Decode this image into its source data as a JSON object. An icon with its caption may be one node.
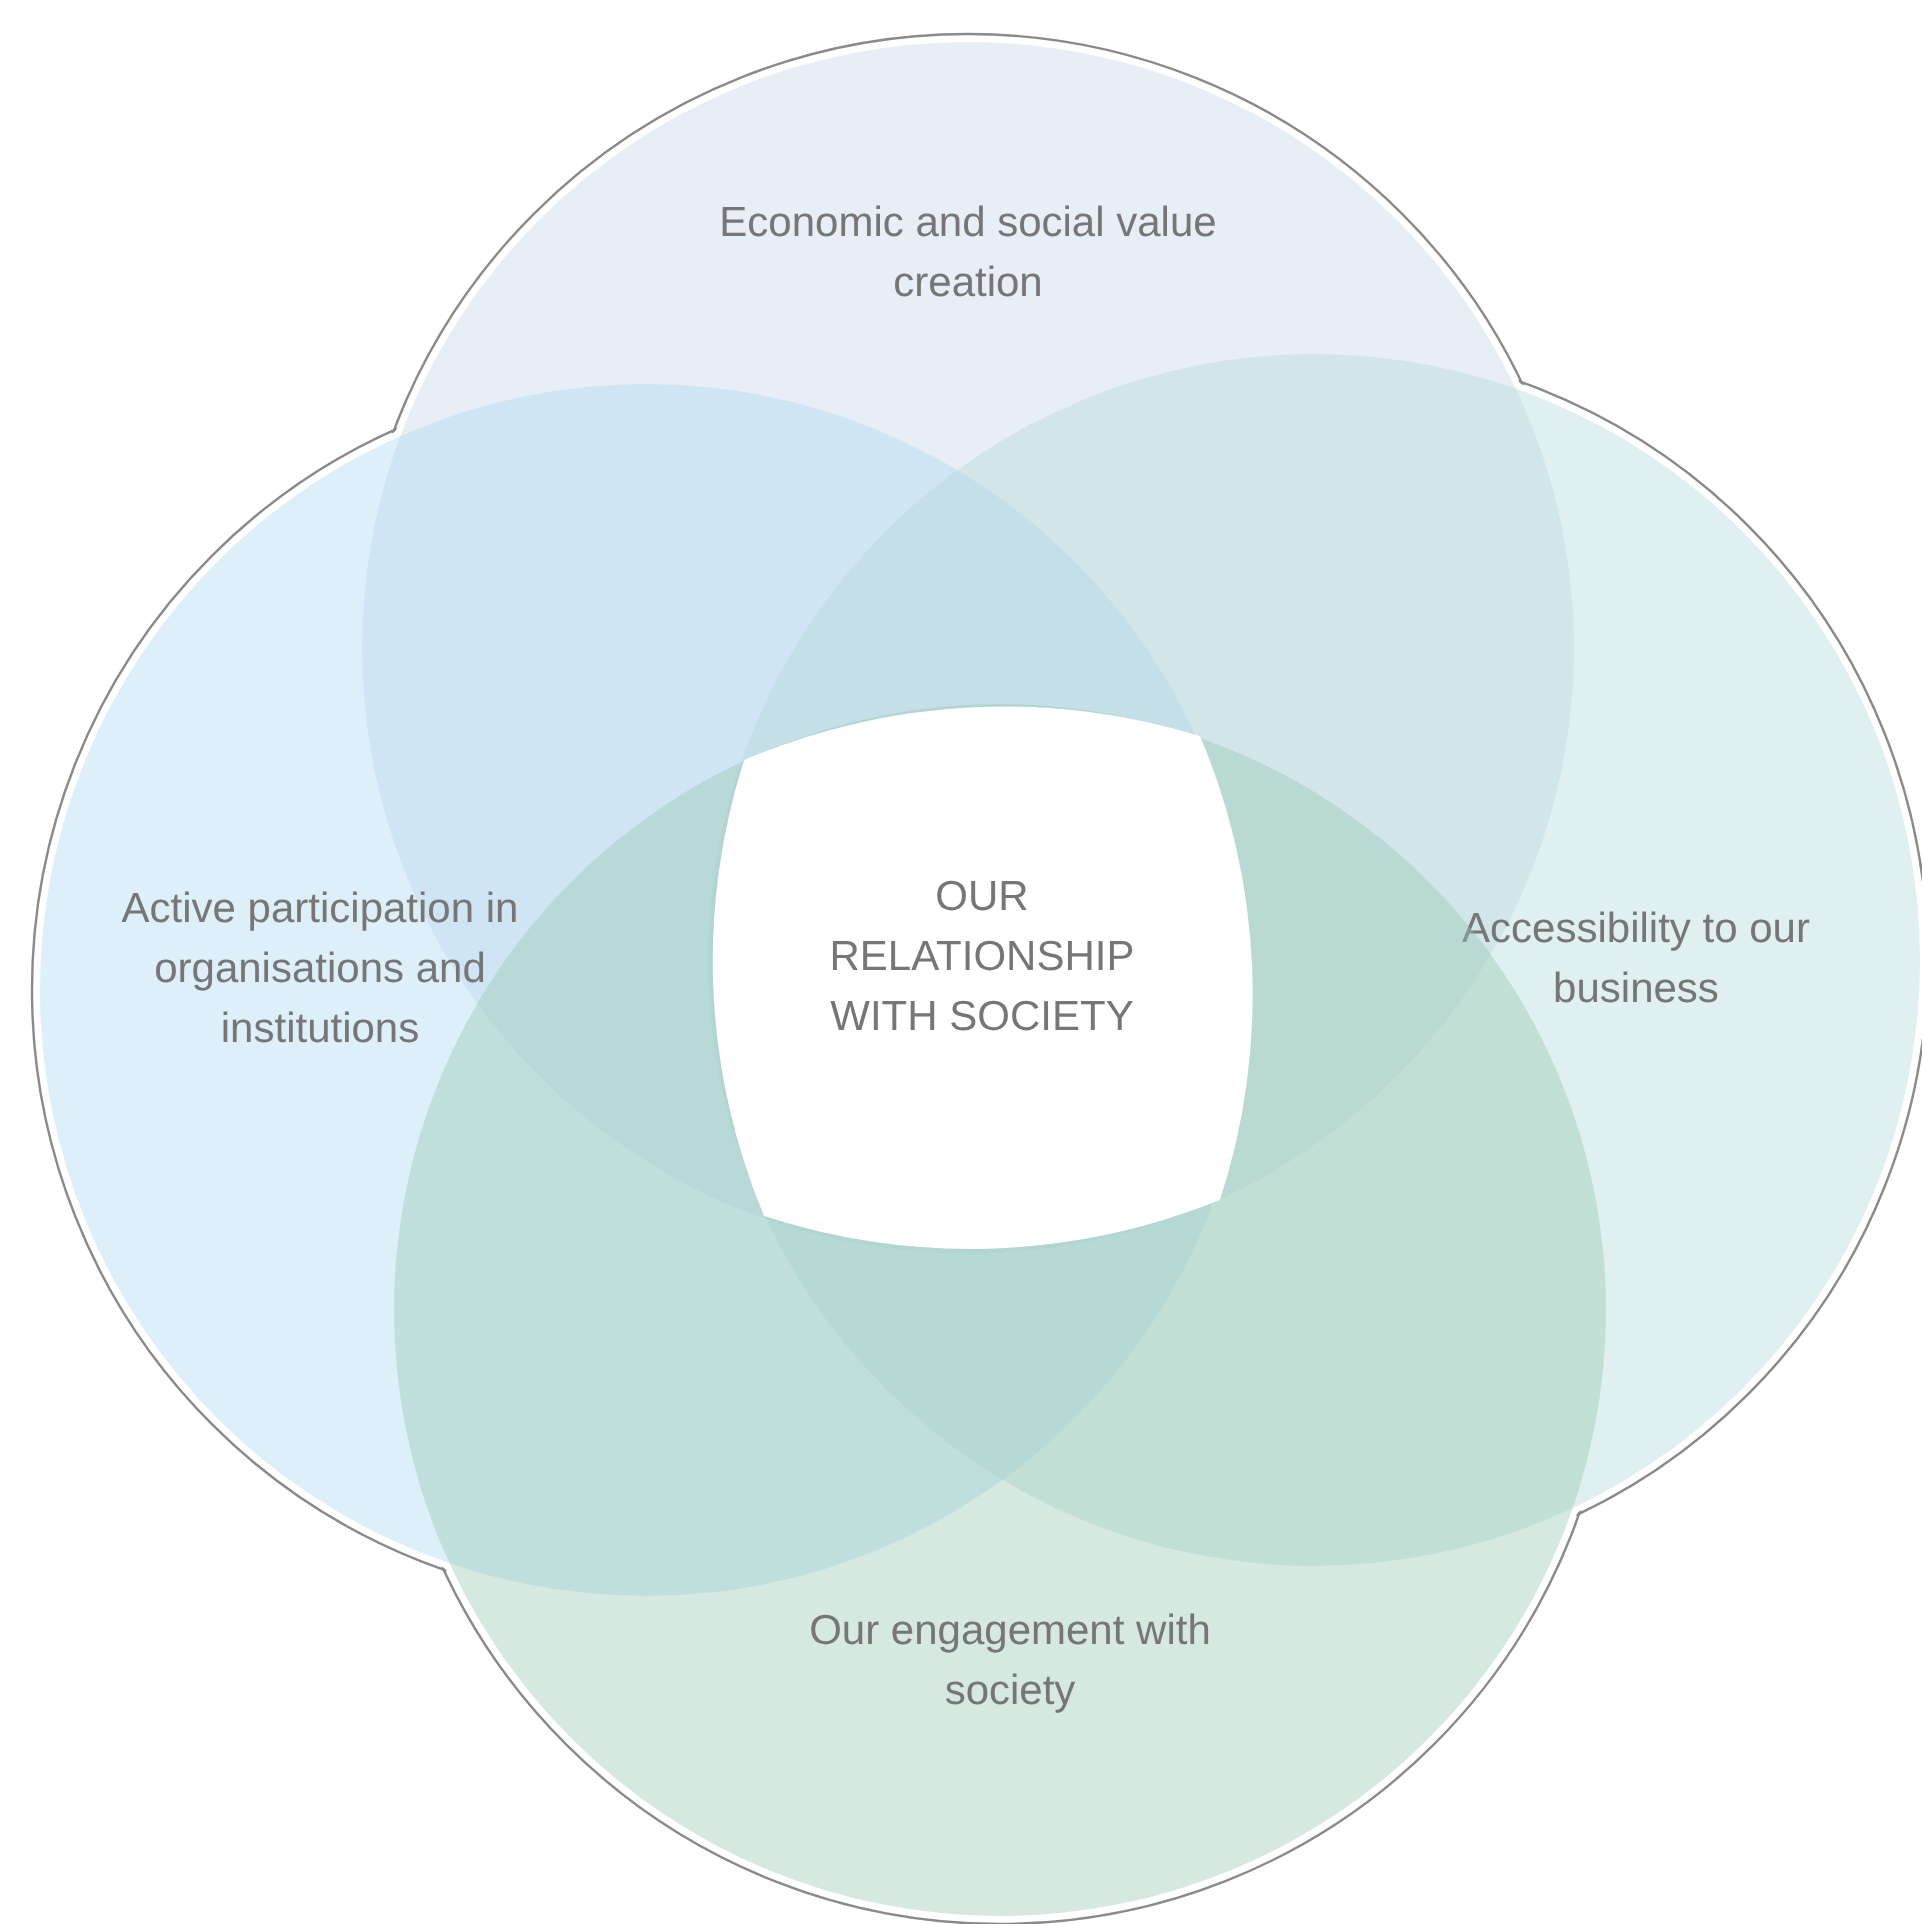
{
  "diagram": {
    "nodes": [
      {
        "text": [
          "Economic and social value creation"
        ]
      },
      {
        "text": [
          "Active participation in organisations and institutions"
        ]
      },
      {
        "text": [
          "OUR RELATIONSHIP WITH SOCIETY"
        ]
      },
      {
        "text": [
          "Accessibility to our business"
        ]
      },
      {
        "text": [
          "Our engagement with society"
        ]
      }
    ]
  }
}
